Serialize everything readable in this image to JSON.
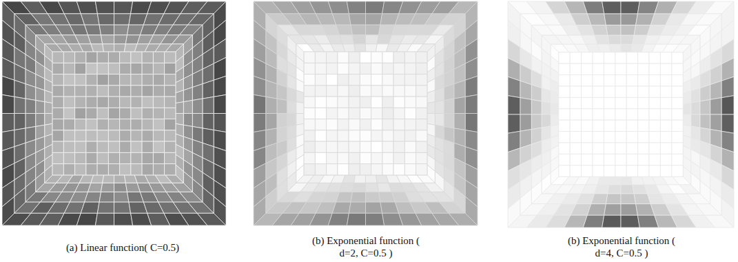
{
  "diagram": {
    "labels": [
      "(a) Linear function( C=0.5)",
      "(b) Exponential function ( d=2, C=0.5 )",
      "(b) Exponential function ( d=4, C=0.5 )"
    ]
  }
}
